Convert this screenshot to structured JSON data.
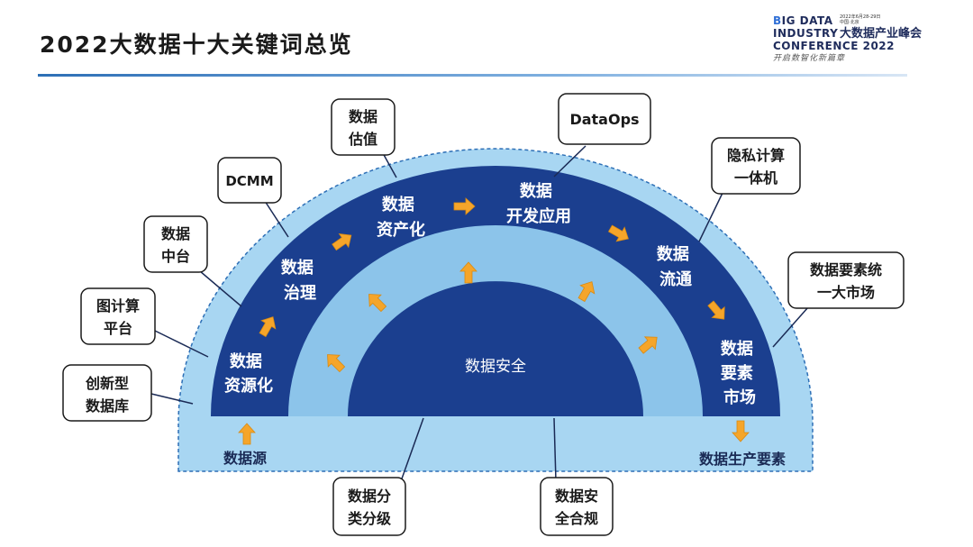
{
  "title": "2022大数据十大关键词总览",
  "logo": {
    "line1": "BIG DATA",
    "line2": "INDUSTRY",
    "line3": "CONFERENCE 2022",
    "cn_title": "大数据产业峰会",
    "date": "2022年6月28-29日",
    "place": "中国·北京",
    "slogan": "开启数智化新篇章"
  },
  "stages": [
    {
      "id": "s1",
      "lines": [
        "数据",
        "资源化"
      ]
    },
    {
      "id": "s2",
      "lines": [
        "数据",
        "治理"
      ]
    },
    {
      "id": "s3",
      "lines": [
        "数据",
        "资产化"
      ]
    },
    {
      "id": "s4",
      "lines": [
        "数据",
        "开发应用"
      ]
    },
    {
      "id": "s5",
      "lines": [
        "数据",
        "流通"
      ]
    },
    {
      "id": "s6",
      "lines": [
        "数据",
        "要素",
        "市场"
      ]
    }
  ],
  "core_label": "数据安全",
  "source_label": "数据源",
  "output_label": "数据生产要素",
  "keywords": [
    {
      "id": "k-innovative-db",
      "lines": [
        "创新型",
        "数据库"
      ]
    },
    {
      "id": "k-graph",
      "lines": [
        "图计算",
        "平台"
      ]
    },
    {
      "id": "k-middle",
      "lines": [
        "数据",
        "中台"
      ]
    },
    {
      "id": "k-dcmm",
      "lines": [
        "DCMM"
      ]
    },
    {
      "id": "k-valuation",
      "lines": [
        "数据",
        "估值"
      ]
    },
    {
      "id": "k-dataops",
      "lines": [
        "DataOps"
      ]
    },
    {
      "id": "k-privacy",
      "lines": [
        "隐私计算",
        "一体机"
      ]
    },
    {
      "id": "k-market",
      "lines": [
        "数据要素统",
        "一大市场"
      ]
    },
    {
      "id": "k-classify",
      "lines": [
        "数据分",
        "类分级"
      ]
    },
    {
      "id": "k-compliance",
      "lines": [
        "数据安",
        "全合规"
      ]
    }
  ],
  "colors": {
    "dark_blue": "#1b3f8f",
    "mid_blue": "#8cc4ea",
    "light_blue": "#a8d6f2",
    "arrow_orange": "#f5a52a",
    "accent": "#2d6fb6"
  }
}
